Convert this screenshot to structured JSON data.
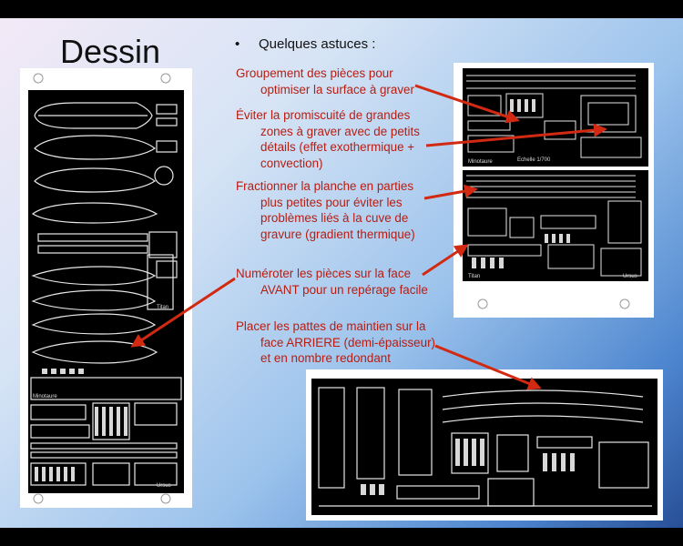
{
  "slide": {
    "title": "Dessin",
    "bullet": "Quelques astuces :",
    "tips": [
      {
        "lines": [
          "Groupement des pièces pour",
          "optimiser la surface à graver"
        ]
      },
      {
        "lines": [
          "Éviter la promiscuité de grandes",
          "zones à graver avec de petits",
          "détails (effet exothermique +",
          "convection)"
        ]
      },
      {
        "lines": [
          "Fractionner la planche en parties",
          "plus petites pour éviter les",
          "problèmes liés à la cuve de",
          "gravure (gradient thermique)"
        ]
      },
      {
        "lines": [
          "Numéroter les pièces sur la face",
          "AVANT pour un repérage facile"
        ]
      },
      {
        "lines": [
          "Placer les pattes de maintien sur la",
          "face ARRIERE (demi-épaisseur)",
          "et en nombre redondant"
        ]
      }
    ]
  },
  "left_sheet": {
    "labels": {
      "minotaure": "Minotaure",
      "ursus": "Ursus",
      "titan": "Titan"
    }
  },
  "right_sheet": {
    "labels": {
      "minotaure": "Minotaure",
      "scale": "Echelle 1/700",
      "ursus": "Ursus",
      "titan": "Titan"
    }
  },
  "colors": {
    "tip_text": "#b81d12",
    "arrow": "#d22a12",
    "sheet_bg": "#000000"
  }
}
